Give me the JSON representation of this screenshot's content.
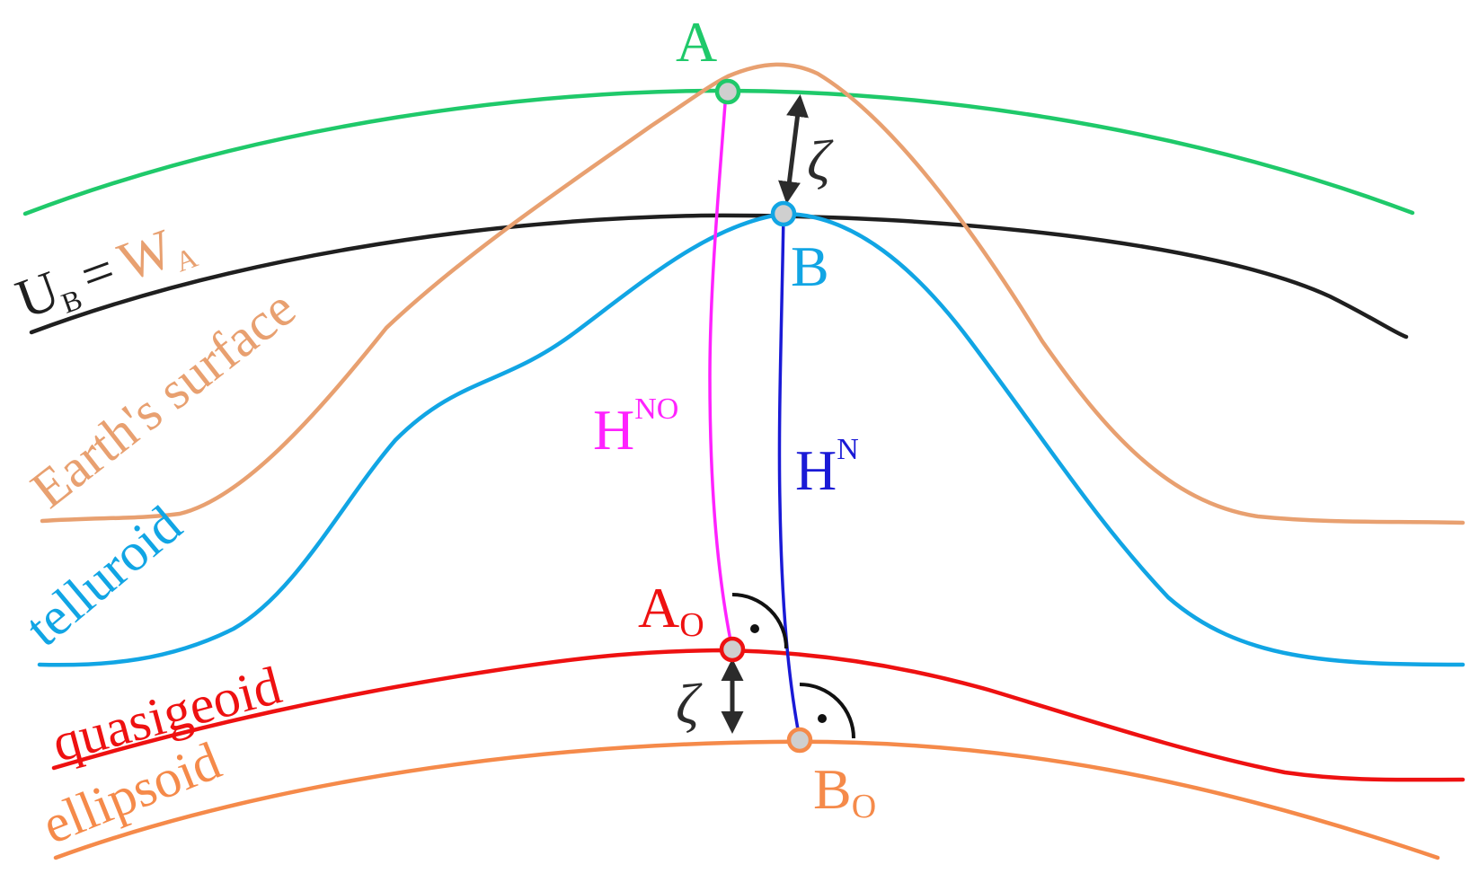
{
  "colors": {
    "equipotential_green": "#1fc96a",
    "equipotential_black": "#1f1f1f",
    "earth_surface": "#e8a070",
    "telluroid": "#11a5e4",
    "quasigeoid": "#ee1111",
    "ellipsoid": "#f58a4a",
    "normal_orthometric_height": "#ff22ff",
    "normal_height": "#1a1ad6",
    "arrow": "#2b2b2b"
  },
  "labels": {
    "point_a": "A",
    "point_b": "B",
    "point_a0": {
      "base": "A",
      "sub": "O"
    },
    "point_b0": {
      "base": "B",
      "sub": "O"
    },
    "zeta_upper": "ζ",
    "zeta_lower": "ζ",
    "h_no": {
      "base": "H",
      "sup": "NO"
    },
    "h_n": {
      "base": "H",
      "sup": "N"
    },
    "equipotential": {
      "u": "U",
      "u_sub": "B",
      "eq": "=",
      "w": "W",
      "w_sub": "A"
    },
    "earth_surface": "Earth's surface",
    "telluroid": "telluroid",
    "quasigeoid": "quasigeoid",
    "ellipsoid": "ellipsoid"
  },
  "icons": {
    "right_angle": "right-angle-arc",
    "dimension_arrow": "double-headed-arrow"
  }
}
